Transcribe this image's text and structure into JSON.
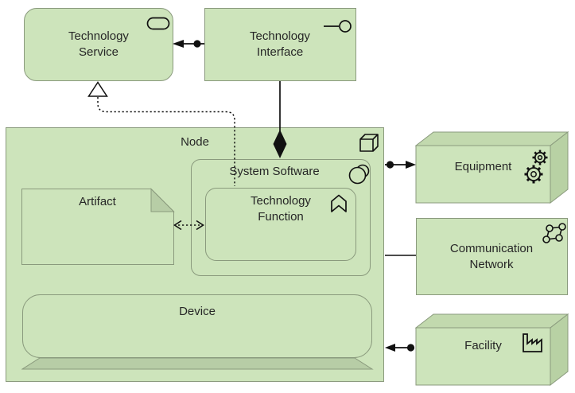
{
  "elements": {
    "technology_service": {
      "label": "Technology Service",
      "shape": "rounded-rectangle",
      "icon": "service-oval"
    },
    "technology_interface": {
      "label": "Technology Interface",
      "shape": "rectangle",
      "icon": "interface-lollipop"
    },
    "node": {
      "label": "Node",
      "shape": "rectangle",
      "icon": "cube-3d"
    },
    "system_software": {
      "label": "System Software",
      "shape": "rounded-rectangle",
      "icon": "overlapping-circles"
    },
    "technology_function": {
      "label": "Technology Function",
      "shape": "rounded-rectangle",
      "icon": "arrow-chevron-up"
    },
    "artifact": {
      "label": "Artifact",
      "shape": "note-dog-ear",
      "icon": "dog-ear"
    },
    "device": {
      "label": "Device",
      "shape": "rounded-rectangle-with-stand",
      "icon": "device-base"
    },
    "equipment": {
      "label": "Equipment",
      "shape": "box-3d",
      "icon": "gears"
    },
    "communication_network": {
      "label": "Communication Network",
      "shape": "rectangle",
      "icon": "network-nodes"
    },
    "facility": {
      "label": "Facility",
      "shape": "box-3d",
      "icon": "factory"
    }
  },
  "relationships": [
    {
      "type": "assignment",
      "from": "technology_interface",
      "to": "technology_service"
    },
    {
      "type": "composition",
      "from": "node",
      "to": "technology_interface"
    },
    {
      "type": "realization",
      "from": "technology_function",
      "to": "technology_service"
    },
    {
      "type": "access",
      "from": "technology_function",
      "to": "artifact",
      "direction": "both"
    },
    {
      "type": "assignment",
      "from": "node",
      "to": "equipment"
    },
    {
      "type": "association",
      "from": "node",
      "to": "communication_network"
    },
    {
      "type": "assignment",
      "from": "facility",
      "to": "node"
    }
  ],
  "colors": {
    "element_fill": "#cde4bb",
    "face_top": "#c2d9ae",
    "face_right": "#b8d1a4",
    "fold_fill": "#b7cda6",
    "border": "#8a9a7d",
    "line": "#111111",
    "text": "#262626",
    "background": "#ffffff"
  }
}
